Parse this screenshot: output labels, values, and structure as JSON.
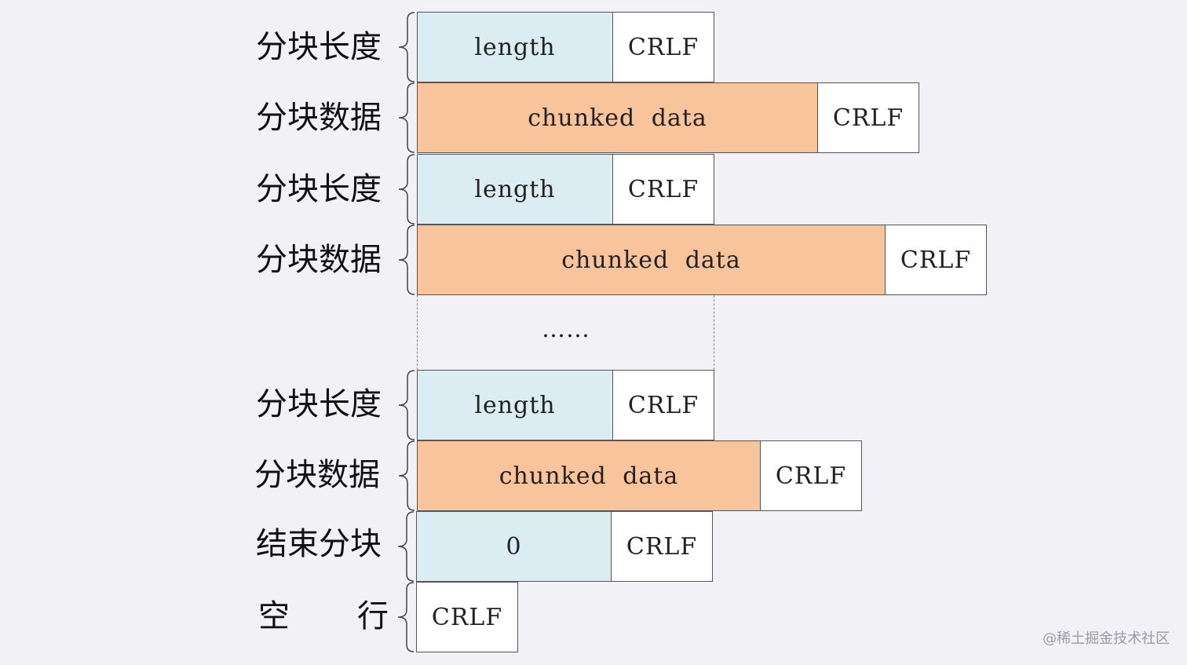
{
  "rows": [
    {
      "label": "分块长度",
      "main": "length",
      "crlf": "CRLF"
    },
    {
      "label": "分块数据",
      "main": "chunked data",
      "crlf": "CRLF"
    },
    {
      "label": "分块长度",
      "main": "length",
      "crlf": "CRLF"
    },
    {
      "label": "分块数据",
      "main": "chunked data",
      "crlf": "CRLF"
    },
    {
      "label": "分块长度",
      "main": "length",
      "crlf": "CRLF"
    },
    {
      "label": "分块数据",
      "main": "chunked data",
      "crlf": "CRLF"
    },
    {
      "label": "结束分块",
      "main": "0",
      "crlf": "CRLF"
    },
    {
      "label_left": "空",
      "label_right": "行",
      "crlf": "CRLF"
    }
  ],
  "ellipsis": "……",
  "watermark": "@稀土掘金技术社区",
  "colors": {
    "length_fill": "#dbecf2",
    "data_fill": "#f8c49b",
    "crlf_fill": "#ffffff",
    "background": "#f2f1f6"
  }
}
